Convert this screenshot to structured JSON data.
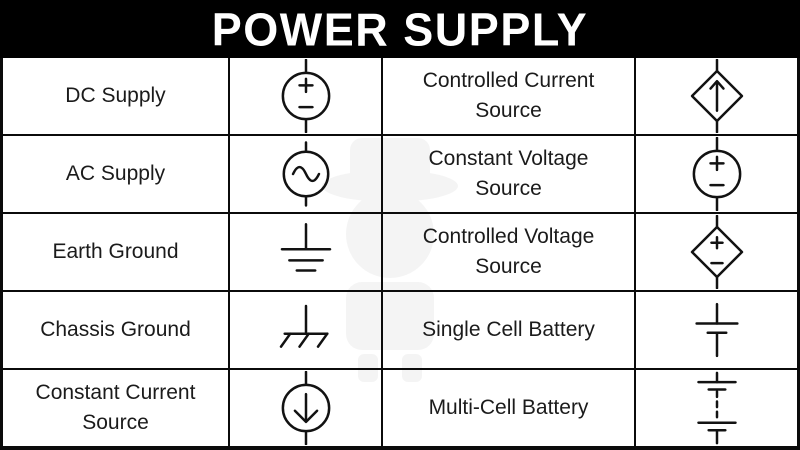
{
  "header": {
    "title": "POWER SUPPLY"
  },
  "colors": {
    "header_bg": "#000000",
    "header_text": "#ffffff",
    "border": "#0b0b0b",
    "cell_bg": "#ffffff",
    "label_text": "#1b1b1b",
    "symbol_stroke": "#121212"
  },
  "table": {
    "rows": [
      {
        "left": {
          "label": "DC Supply",
          "icon": "dc-supply-symbol"
        },
        "right": {
          "label": "Controlled Current Source",
          "icon": "controlled-current-source-symbol"
        }
      },
      {
        "left": {
          "label": "AC Supply",
          "icon": "ac-supply-symbol"
        },
        "right": {
          "label": "Constant Voltage Source",
          "icon": "constant-voltage-source-symbol"
        }
      },
      {
        "left": {
          "label": "Earth Ground",
          "icon": "earth-ground-symbol"
        },
        "right": {
          "label": "Controlled Voltage Source",
          "icon": "controlled-voltage-source-symbol"
        }
      },
      {
        "left": {
          "label": "Chassis Ground",
          "icon": "chassis-ground-symbol"
        },
        "right": {
          "label": "Single Cell Battery",
          "icon": "single-cell-battery-symbol"
        }
      },
      {
        "left": {
          "label": "Constant Current Source",
          "icon": "constant-current-source-symbol"
        },
        "right": {
          "label": "Multi-Cell Battery",
          "icon": "multi-cell-battery-symbol"
        }
      }
    ]
  }
}
